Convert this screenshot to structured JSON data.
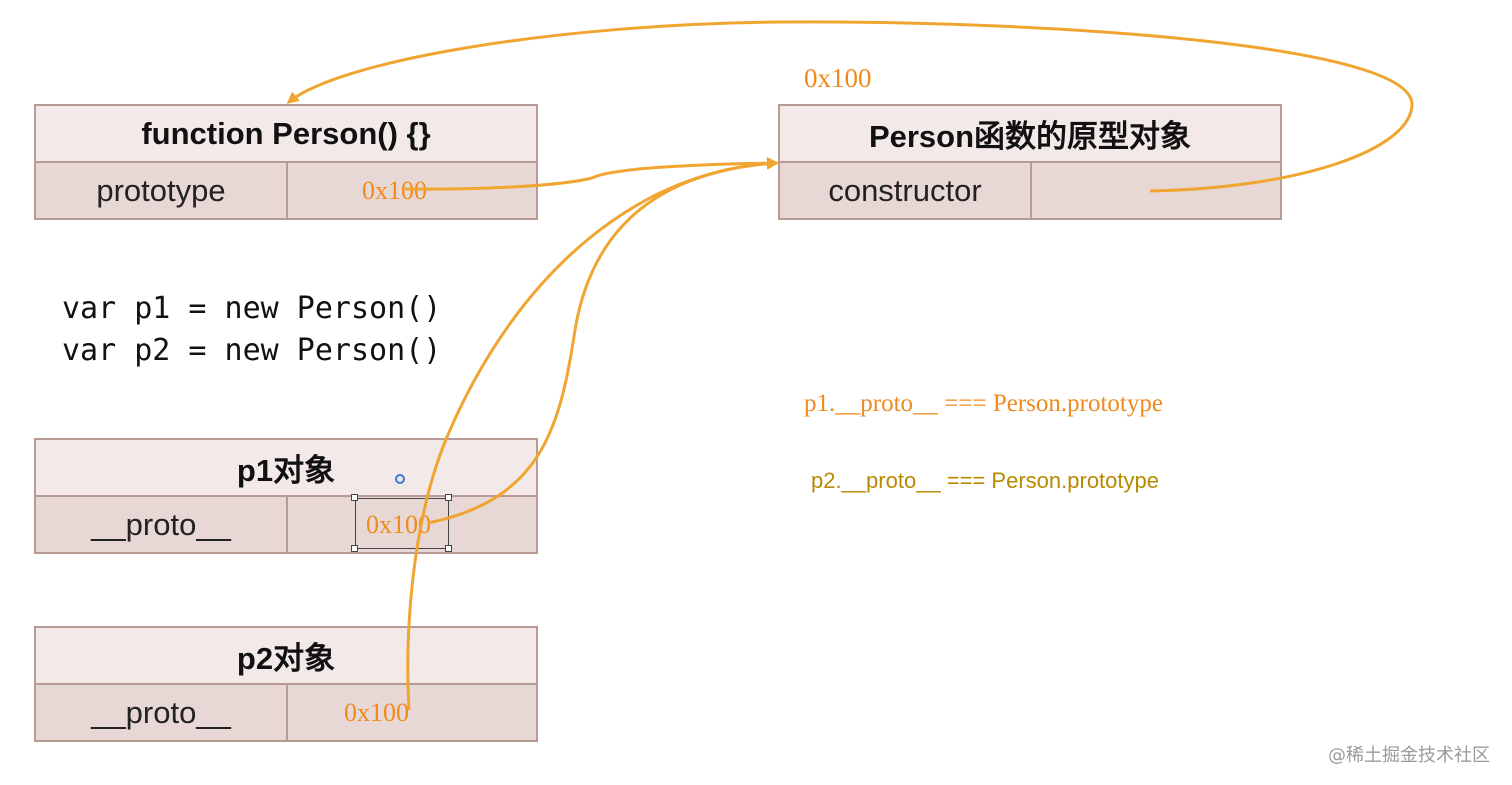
{
  "person_fn": {
    "title": "function Person() {}",
    "key": "prototype",
    "value": "0x100"
  },
  "proto_obj": {
    "title": "Person函数的原型对象",
    "key": "constructor",
    "value": "",
    "address": "0x100"
  },
  "code": {
    "line1": "var p1 = new Person()",
    "line2": "var p2 = new Person()"
  },
  "p1_obj": {
    "title": "p1对象",
    "key": "__proto__",
    "value": "0x100"
  },
  "p2_obj": {
    "title": "p2对象",
    "key": "__proto__",
    "value": "0x100"
  },
  "notes": {
    "p1": "p1.__proto__ === Person.prototype",
    "p2": "p2.__proto__ === Person.prototype"
  },
  "watermark": "@稀土掘金技术社区",
  "colors": {
    "arrow": "#f0a531",
    "highlight": "#f08a1c",
    "note2": "#b88a00"
  }
}
